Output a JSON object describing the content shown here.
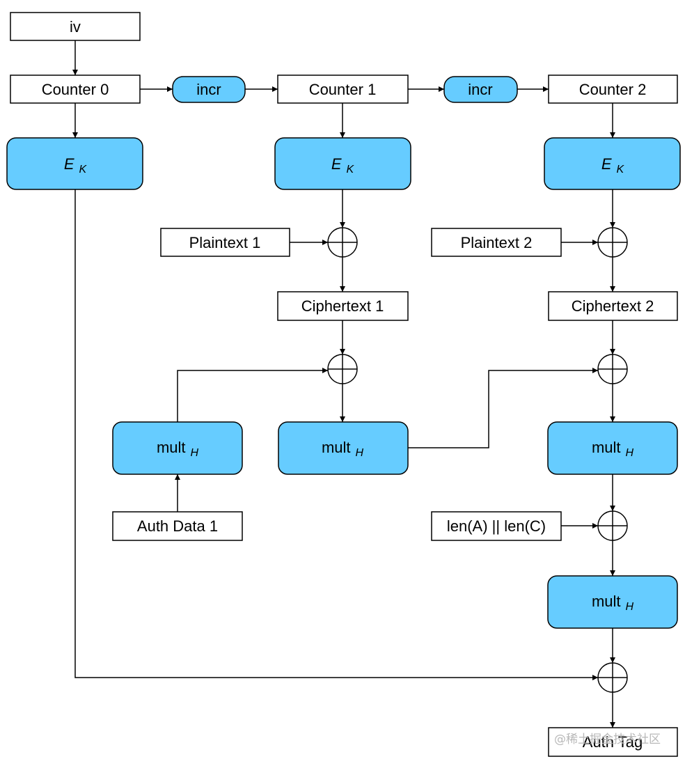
{
  "nodes": {
    "iv": "iv",
    "counter0": "Counter 0",
    "counter1": "Counter 1",
    "counter2": "Counter 2",
    "incr_label": "incr",
    "encrypt_label": "E",
    "encrypt_subscript": "K",
    "plaintext1": "Plaintext 1",
    "plaintext2": "Plaintext 2",
    "ciphertext1": "Ciphertext 1",
    "ciphertext2": "Ciphertext 2",
    "mult_label": "mult",
    "mult_subscript": "H",
    "auth_data1": "Auth Data 1",
    "lengths": "len(A) || len(C)",
    "auth_tag": "Auth Tag"
  },
  "watermark": "@稀土掘金技术社区",
  "colors": {
    "block_fill": "#66ccff",
    "box_fill": "#ffffff",
    "stroke": "#000000"
  }
}
